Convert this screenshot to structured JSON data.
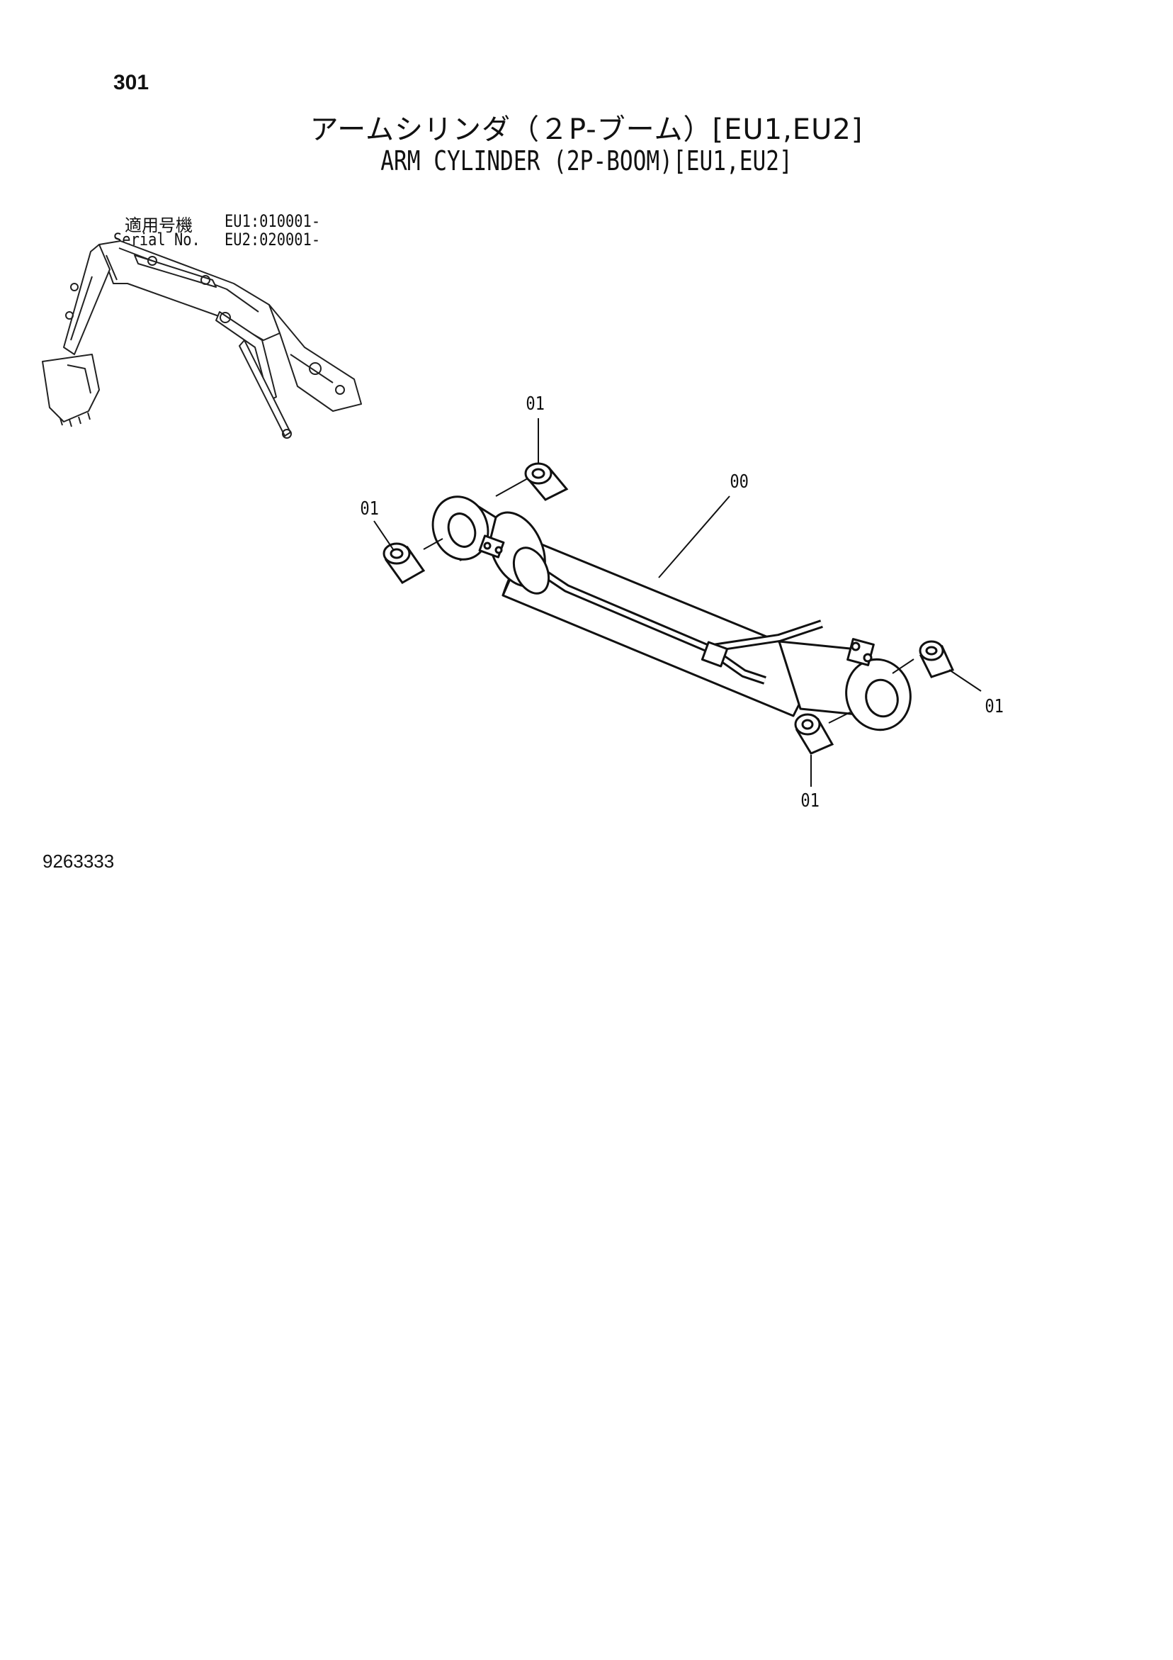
{
  "page_number": "301",
  "title_jp": "アームシリンダ（２P-ブーム）[EU1,EU2]",
  "title_en": "ARM CYLINDER (2P-BOOM)[EU1,EU2]",
  "serial": {
    "label_jp": "適用号機",
    "label_en": "Serial No.",
    "eu1": "EU1:010001-",
    "eu2": "EU2:020001-"
  },
  "callouts": {
    "top_bushing": "01",
    "left_bushing": "01",
    "cylinder": "00",
    "right_bushing": "01",
    "bottom_bushing": "01"
  },
  "drawing_number": "9263333"
}
